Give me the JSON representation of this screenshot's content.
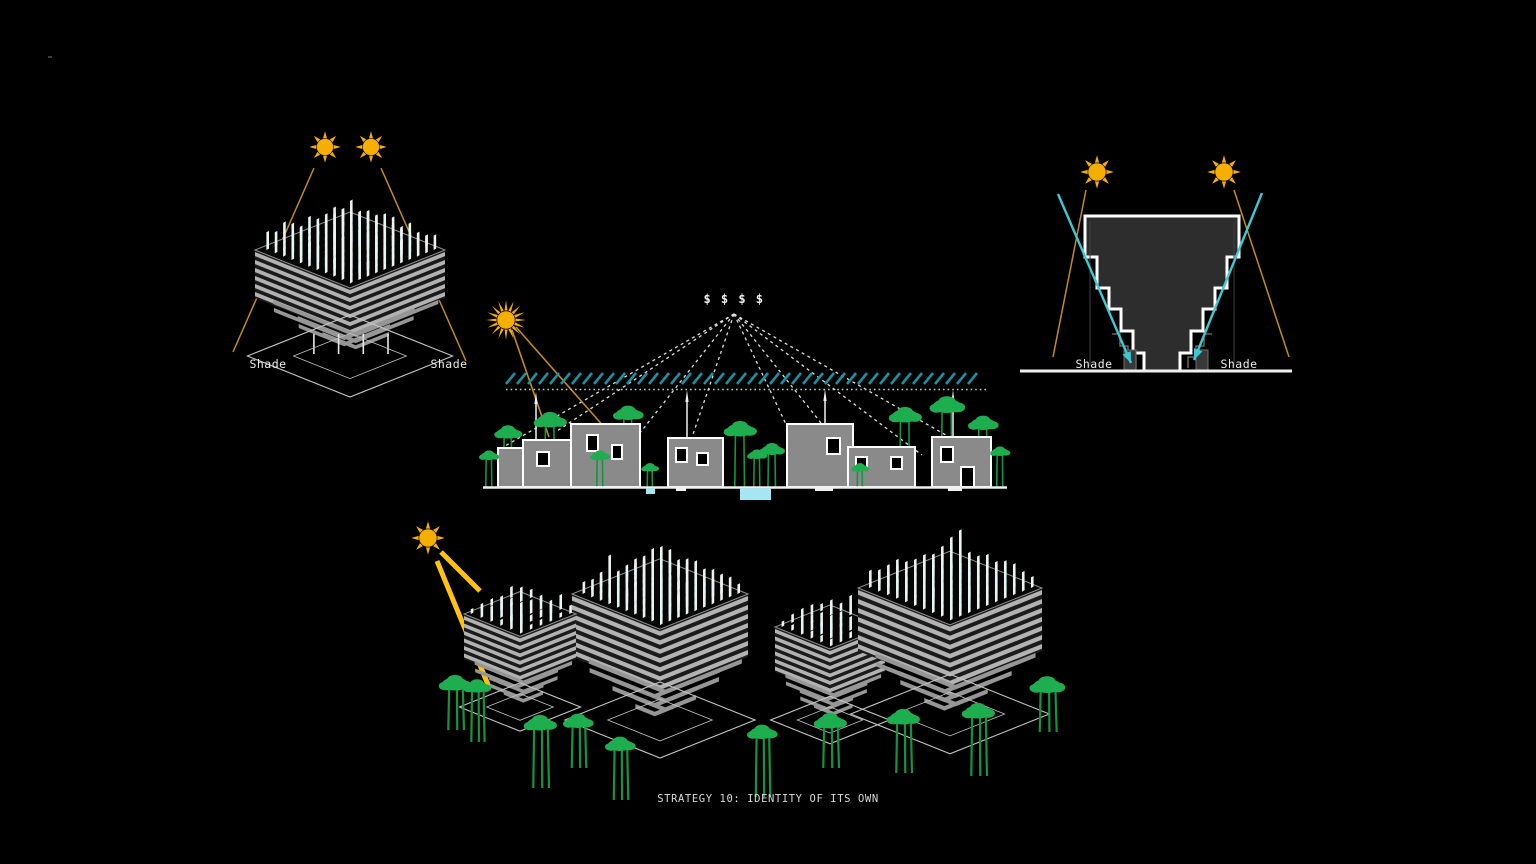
{
  "caption": "STRATEGY 10: IDENTITY OF ITS OWN",
  "diagrams": {
    "shaded_tower": {
      "shade_left": "Shade",
      "shade_right": "Shade"
    },
    "village_section": {
      "money_label": "$ $ $ $"
    },
    "stepped_section": {
      "shade_left": "Shade",
      "shade_right": "Shade"
    }
  },
  "icons": {
    "sun": "sun-icon",
    "palm_tree": "palm-tree-icon",
    "water_pool": "water-pool",
    "canopy": "shade-canopy-hatching"
  },
  "colors": {
    "background": "#000000",
    "sun": "#F6AE00",
    "rayThin": "#C28E10",
    "rayThick": "#FFC20E",
    "teal": "#3BCAD4",
    "hatch": "#1B91A4",
    "dash": "#DEDEDE",
    "dotted": "#C9C9C9",
    "buildingGray": "#8A8A8A",
    "buildingDark": "#2D2D2D",
    "outline": "#FFFFFF",
    "slabLight": "#B2B2B2",
    "slabMid": "#969696",
    "bodyDark": "#1B1B1B",
    "fin": "#E9F5F3",
    "tree": "#1EAD4F",
    "trunk": "#13953F",
    "pool": "#A5E6F2",
    "wire": "#C4C4C4",
    "ground": "#EFEFEF",
    "textWhite": "#EAEAEA"
  }
}
